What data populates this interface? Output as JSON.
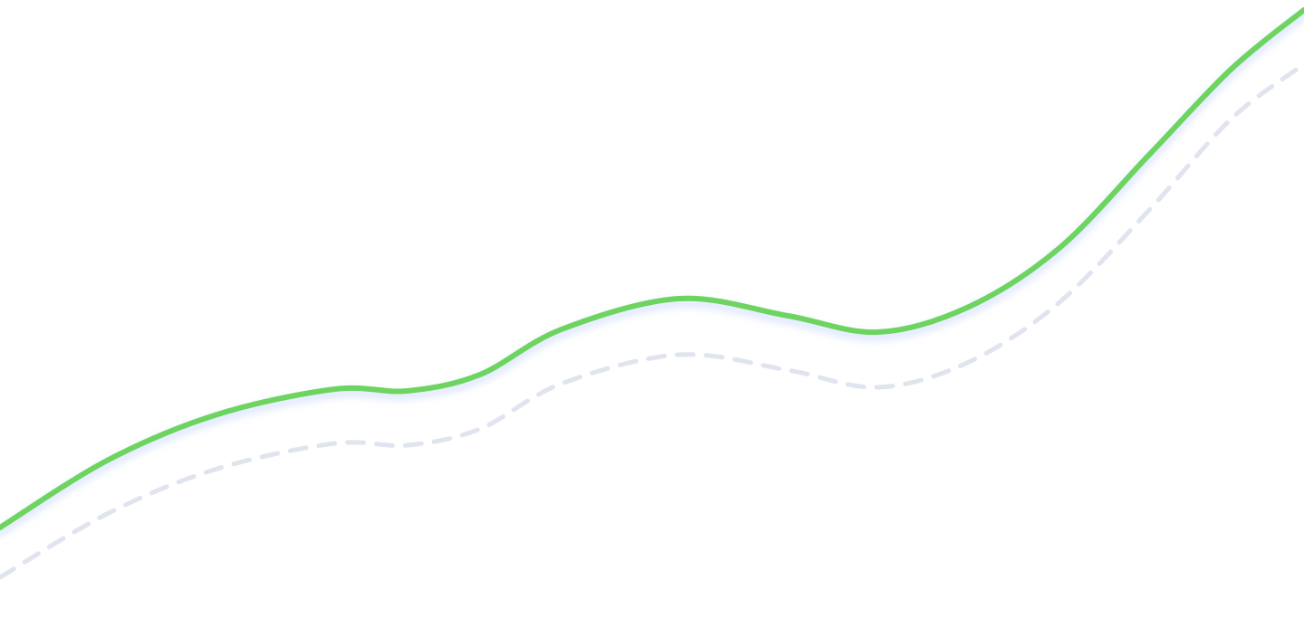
{
  "chart_data": {
    "type": "line",
    "title": "",
    "xlabel": "",
    "ylabel": "",
    "grid": false,
    "axes_visible": false,
    "legend": "none",
    "ylim": [
      0,
      694
    ],
    "x": [
      0,
      120,
      240,
      370,
      450,
      530,
      620,
      750,
      870,
      970,
      1070,
      1170,
      1270,
      1360,
      1440
    ],
    "series": [
      {
        "style": "solid",
        "color": "#6dd45f",
        "shadow_color": "#c9d8ff",
        "values": [
          111,
          186,
          236,
          264,
          262,
          280,
          330,
          364,
          345,
          327,
          355,
          420,
          524,
          618,
          683
        ]
      },
      {
        "style": "dashed",
        "color": "#dfe4ee",
        "values": [
          56,
          127,
          176,
          204,
          202,
          220,
          270,
          302,
          285,
          266,
          294,
          360,
          463,
          563,
          623
        ]
      }
    ]
  }
}
